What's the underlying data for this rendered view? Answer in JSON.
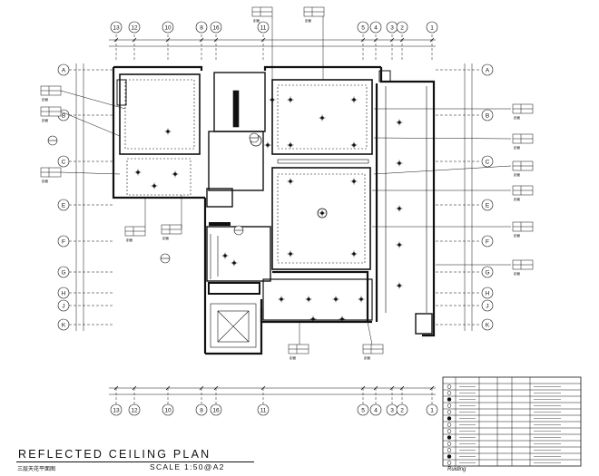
{
  "drawing": {
    "title": "REFLECTED CEILING PLAN",
    "scale": "SCALE 1:50@A2",
    "subtitle": "三层天花平面图"
  },
  "grid_top": [
    "13",
    "12",
    "10",
    "8",
    "16",
    "11",
    "5",
    "4",
    "3",
    "2",
    "1"
  ],
  "grid_bottom": [
    "13",
    "12",
    "10",
    "8",
    "16",
    "11",
    "5",
    "4",
    "3",
    "2",
    "1"
  ],
  "grid_left": [
    "A",
    "B",
    "C",
    "E",
    "F",
    "G",
    "H",
    "J",
    "K"
  ],
  "grid_right": [
    "A",
    "B",
    "C",
    "E",
    "F",
    "G",
    "H",
    "J",
    "K"
  ],
  "tag_codes": [
    "剖面",
    "3-1",
    "A6"
  ],
  "signature": "Ruiding",
  "colors": {
    "line": "#111111",
    "accent": "#000000"
  }
}
